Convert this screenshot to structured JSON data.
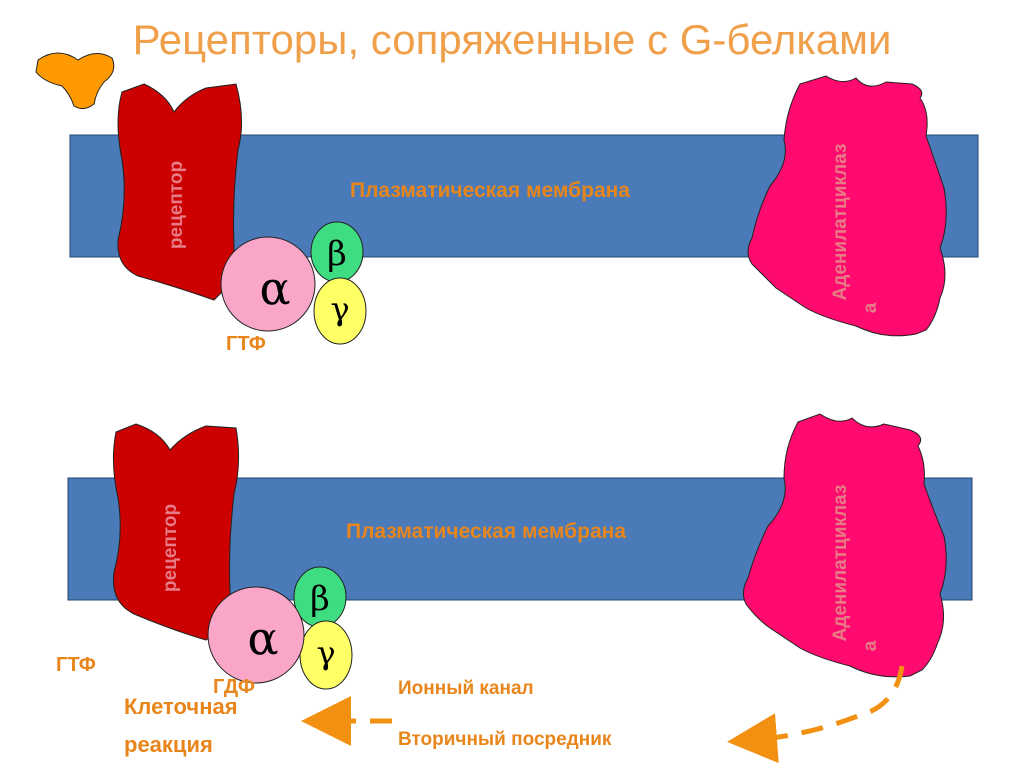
{
  "title": "Рецепторы, сопряженные с G-белками",
  "colors": {
    "membrane": "#4a7ab8",
    "receptor": "#cc0000",
    "adenylate_cyclase": "#ff0a6e",
    "ligand": "#ff9900",
    "alpha": "#f9a6c9",
    "beta": "#3fdd82",
    "gamma": "#ffff66",
    "label_orange": "#e8861c",
    "title": "#f0a04b"
  },
  "top_panel": {
    "membrane_label": "Плазматическая мембрана",
    "receptor_label": "рецептор",
    "cyclase_label_line1": "Аденилатциклаз",
    "cyclase_label_line2": "а",
    "alpha": "α",
    "beta": "β",
    "gamma": "γ",
    "gtp_label": "ГТФ"
  },
  "bottom_panel": {
    "membrane_label": "Плазматическая мембрана",
    "receptor_label": "рецептор",
    "cyclase_label_line1": "Аденилатциклаз",
    "cyclase_label_line2": "а",
    "alpha": "α",
    "beta": "β",
    "gamma": "γ",
    "gtp_label": "ГТФ",
    "gdp_label": "ГДФ",
    "cell_response_line1": "Клеточная",
    "cell_response_line2": "реакция",
    "ion_channel": "Ионный канал",
    "second_messenger": "Вторичный посредник"
  }
}
